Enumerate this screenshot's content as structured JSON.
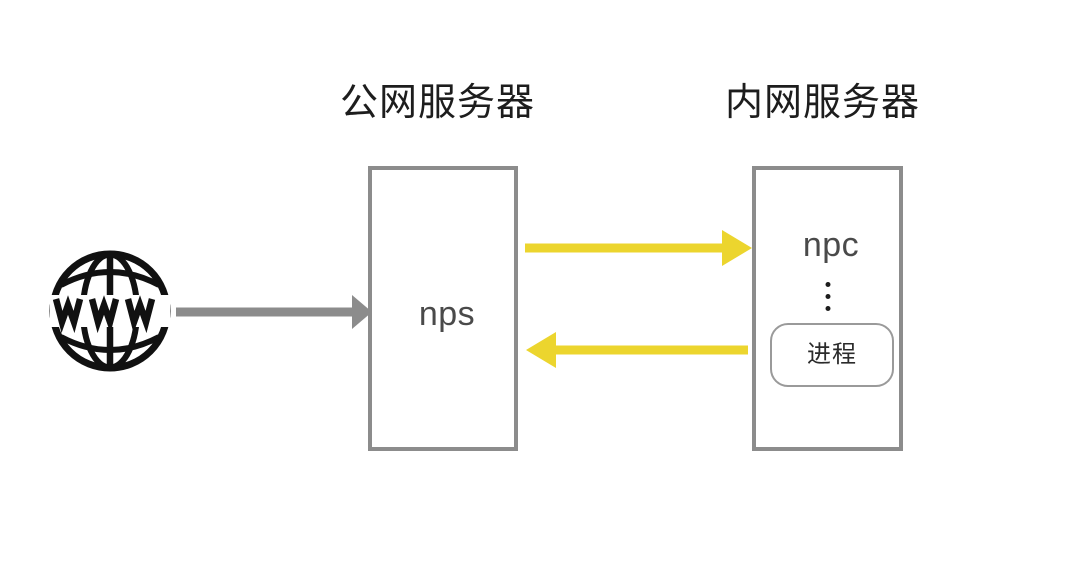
{
  "diagram": {
    "title_public": "公网服务器",
    "title_private": "内网服务器",
    "colors": {
      "box_border": "#8c8c8c",
      "gray_arrow": "#8c8c8c",
      "yellow_arrow": "#ecd52e",
      "text_dark": "#1d1d1d",
      "text_gray": "#4a4a4a",
      "background": "#ffffff"
    },
    "internet": {
      "icon": "globe-www-icon",
      "label": "www"
    },
    "public_server": {
      "box_label": "nps"
    },
    "private_server": {
      "box_label": "npc",
      "ellipsis": "⋮",
      "process_label": "进程"
    },
    "arrows": [
      {
        "name": "internet-to-nps",
        "direction": "right",
        "color": "#8c8c8c",
        "from": "www",
        "to": "nps"
      },
      {
        "name": "nps-to-npc",
        "direction": "right",
        "color": "#ecd52e",
        "from": "nps",
        "to": "npc"
      },
      {
        "name": "npc-to-nps",
        "direction": "left",
        "color": "#ecd52e",
        "from": "npc",
        "to": "nps"
      }
    ]
  }
}
